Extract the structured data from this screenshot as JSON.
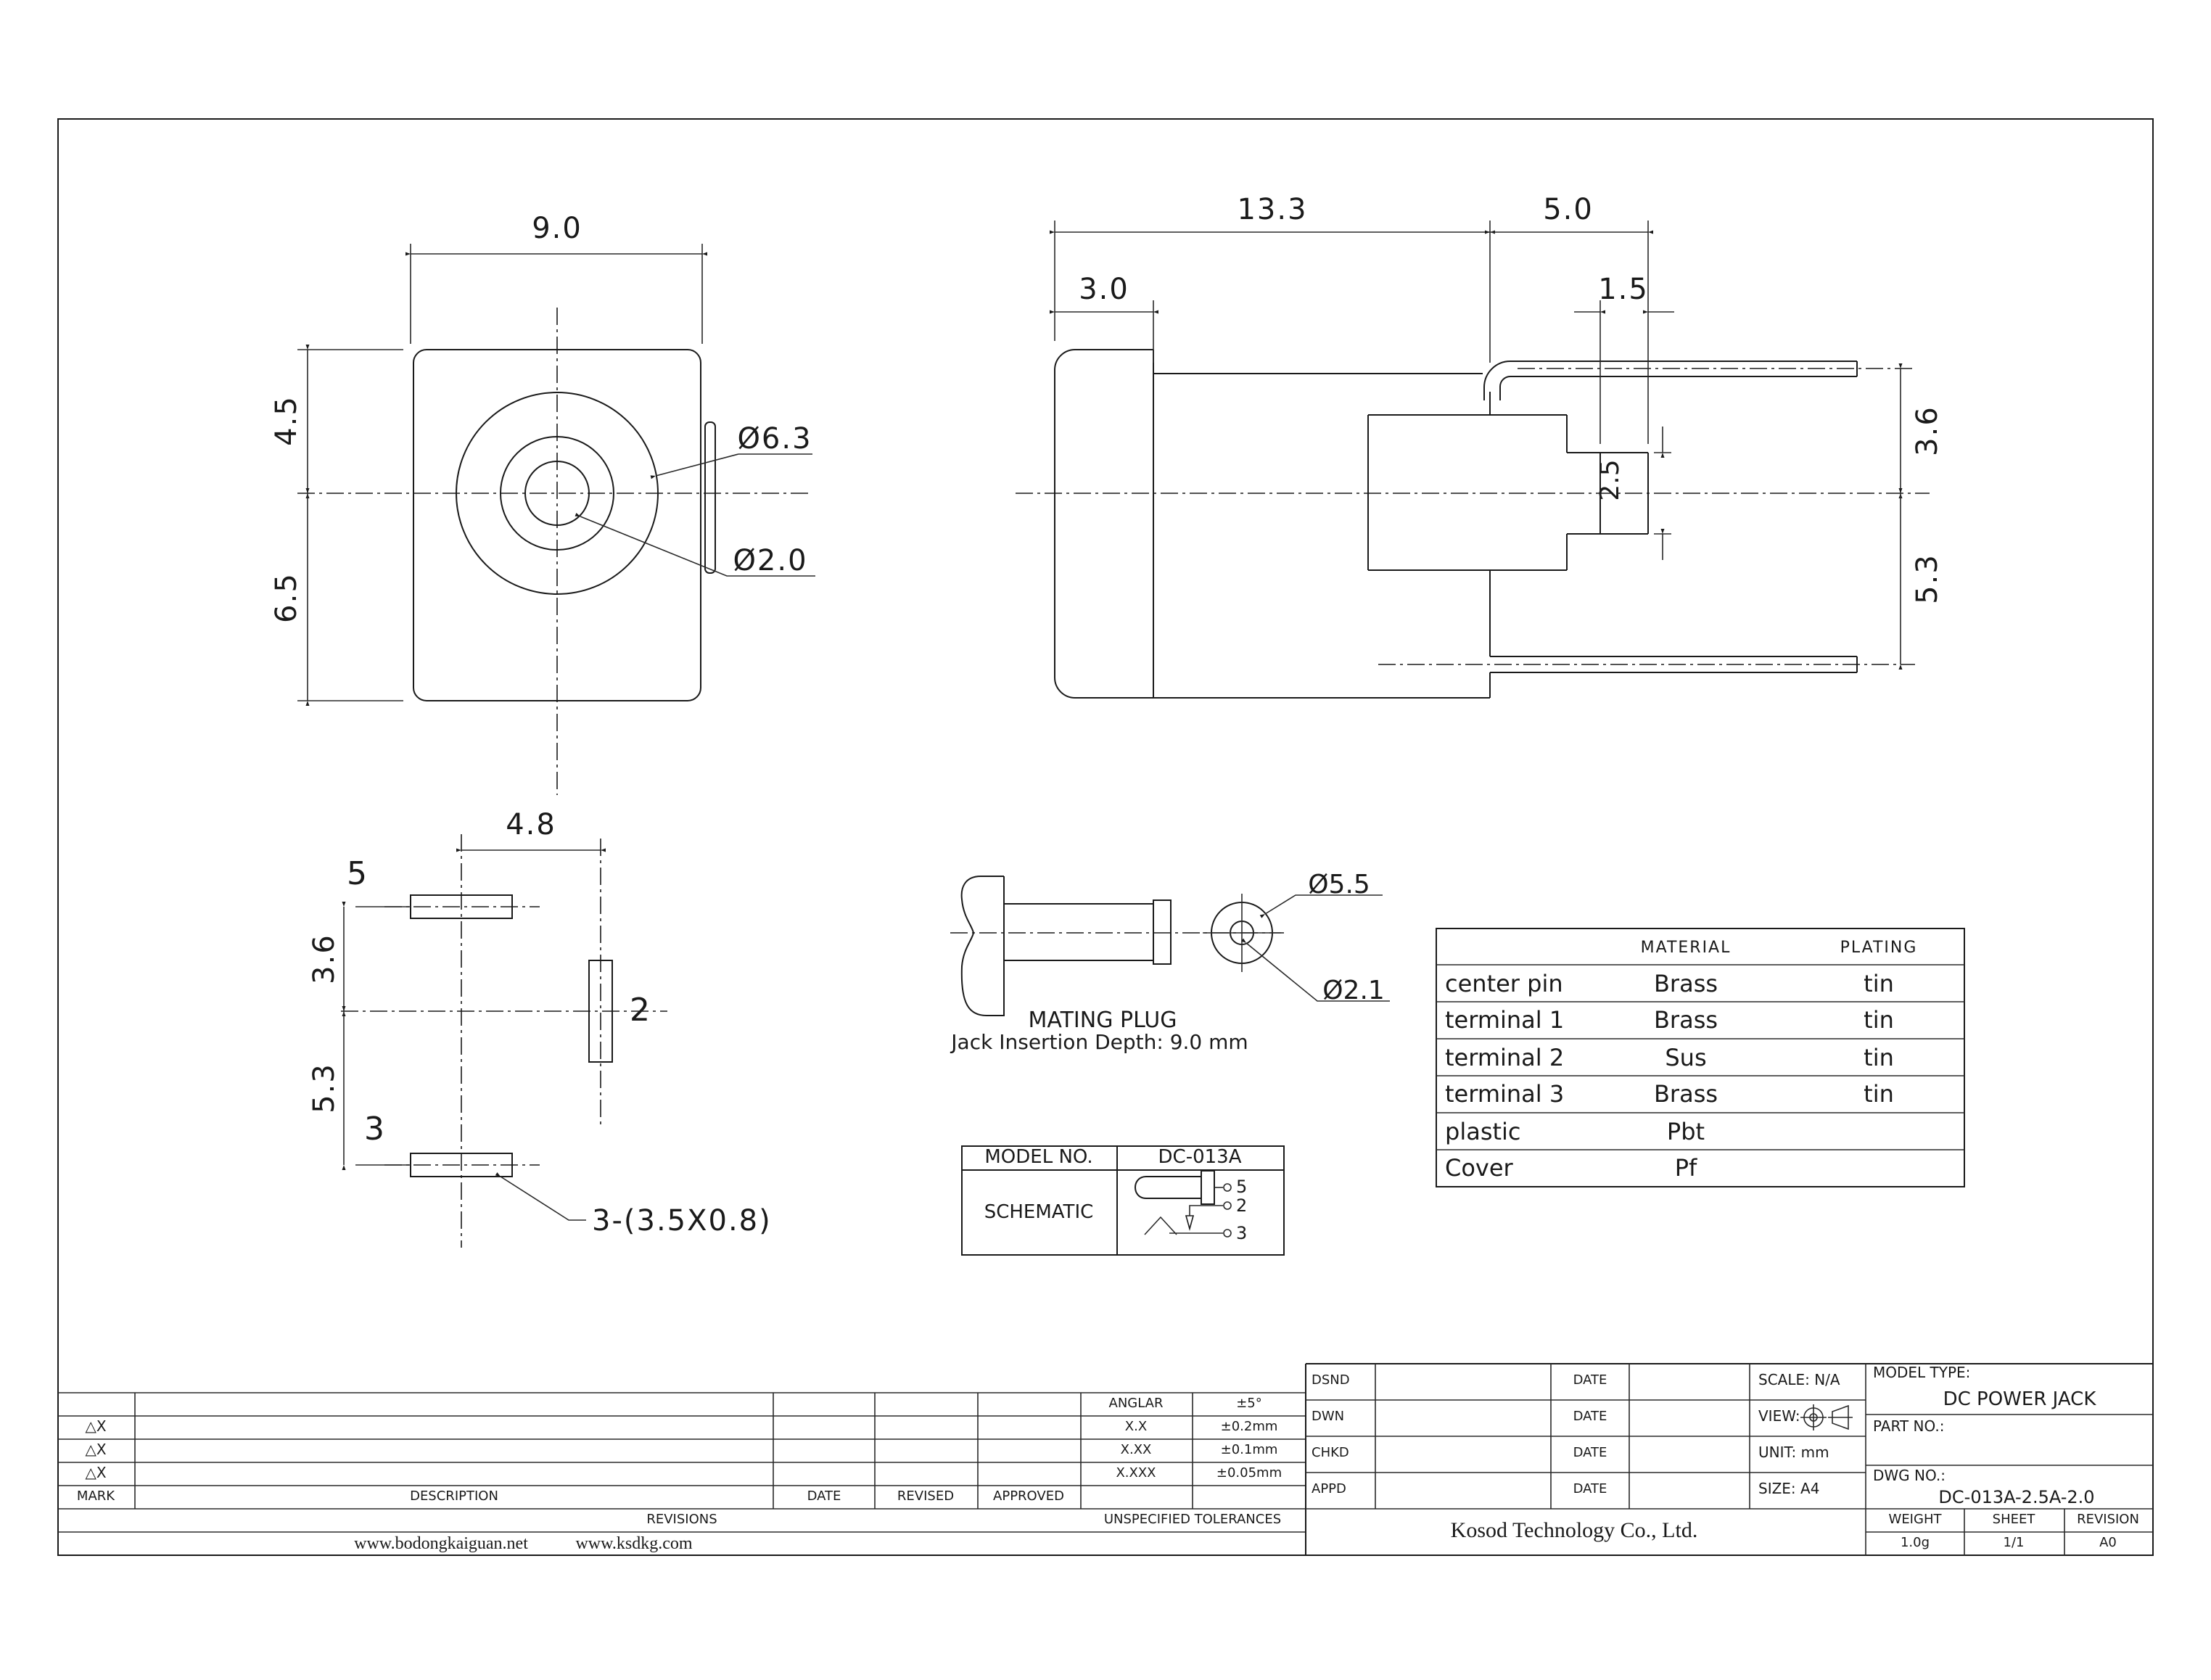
{
  "front_view": {
    "dim_width": "9.0",
    "dim_upper": "4.5",
    "dim_lower": "6.5",
    "dia_outer": "Ø6.3",
    "dia_inner": "Ø2.0"
  },
  "side_view": {
    "dim_length": "13.3",
    "dim_pin": "5.0",
    "dim_flange": "3.0",
    "dim_tip": "1.5",
    "dim_top_terminal": "3.6",
    "dim_pin_height": "2.5",
    "dim_bottom_terminal": "5.3"
  },
  "pcb_view": {
    "dim_horizontal": "4.8",
    "dim_upper": "3.6",
    "dim_lower": "5.3",
    "pad5_label": "5",
    "pad2_label": "2",
    "pad3_label": "3",
    "hole_note": "3-(3.5X0.8)"
  },
  "mating_plug": {
    "title": "MATING PLUG",
    "subtitle": "Jack Insertion Depth: 9.0 mm",
    "dia_outer": "Ø5.5",
    "dia_inner": "Ø2.1"
  },
  "model_box": {
    "label": "MODEL NO.",
    "value": "DC-013A",
    "schematic_label": "SCHEMATIC",
    "pin5": "5",
    "pin2": "2",
    "pin3": "3"
  },
  "materials": {
    "header_material": "MATERIAL",
    "header_plating": "PLATING",
    "rows": [
      {
        "part": "center pin",
        "material": "Brass",
        "plating": "tin"
      },
      {
        "part": "terminal 1",
        "material": "Brass",
        "plating": "tin"
      },
      {
        "part": "terminal 2",
        "material": "Sus",
        "plating": "tin"
      },
      {
        "part": "terminal 3",
        "material": "Brass",
        "plating": "tin"
      },
      {
        "part": "plastic",
        "material": "Pbt",
        "plating": ""
      },
      {
        "part": "Cover",
        "material": "Pf",
        "plating": ""
      }
    ]
  },
  "revisions": {
    "mark_symbol": "△X",
    "mark_header": "MARK",
    "description_header": "DESCRIPTION",
    "date_header": "DATE",
    "revised_header": "REVISED",
    "approved_header": "APPROVED",
    "title": "REVISIONS"
  },
  "tolerances": {
    "title": "UNSPECIFIED TOLERANCES",
    "rows": [
      {
        "size": "ANGLAR",
        "tol": "±5°"
      },
      {
        "size": "X.X",
        "tol": "±0.2mm"
      },
      {
        "size": "X.XX",
        "tol": "±0.1mm"
      },
      {
        "size": "X.XXX",
        "tol": "±0.05mm"
      }
    ]
  },
  "title_block": {
    "dsnd_label": "DSND",
    "dwn_label": "DWN",
    "chkd_label": "CHKD",
    "appd_label": "APPD",
    "date_label": "DATE",
    "scale": "SCALE: N/A",
    "view_label": "VIEW:",
    "unit": "UNIT: mm",
    "size": "SIZE: A4",
    "model_type_label": "MODEL TYPE:",
    "model_type": "DC POWER JACK",
    "part_no_label": "PART NO.:",
    "dwg_no_label": "DWG NO.:",
    "dwg_no": "DC-013A-2.5A-2.0",
    "company": "Kosod Technology Co., Ltd.",
    "weight_label": "WEIGHT",
    "weight": "1.0g",
    "sheet_label": "SHEET",
    "sheet": "1/1",
    "revision_label": "REVISION",
    "revision": "A0"
  },
  "footer": {
    "site1": "www.bodongkaiguan.net",
    "site2": "www.ksdkg.com"
  }
}
